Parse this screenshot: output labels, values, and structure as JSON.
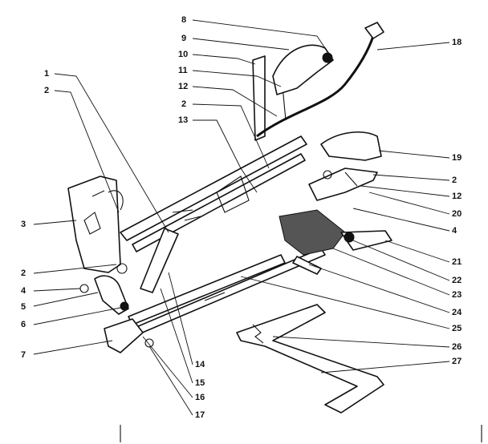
{
  "diagram": {
    "callouts": [
      {
        "id": "c1",
        "text": "1"
      },
      {
        "id": "c2a",
        "text": "2"
      },
      {
        "id": "c3",
        "text": "3"
      },
      {
        "id": "c2b",
        "text": "2"
      },
      {
        "id": "c4a",
        "text": "4"
      },
      {
        "id": "c5",
        "text": "5"
      },
      {
        "id": "c6",
        "text": "6"
      },
      {
        "id": "c7",
        "text": "7"
      },
      {
        "id": "c8",
        "text": "8"
      },
      {
        "id": "c9",
        "text": "9"
      },
      {
        "id": "c10",
        "text": "10"
      },
      {
        "id": "c11",
        "text": "11"
      },
      {
        "id": "c12a",
        "text": "12"
      },
      {
        "id": "c2c",
        "text": "2"
      },
      {
        "id": "c13",
        "text": "13"
      },
      {
        "id": "c18",
        "text": "18"
      },
      {
        "id": "c19",
        "text": "19"
      },
      {
        "id": "c2d",
        "text": "2"
      },
      {
        "id": "c12b",
        "text": "12"
      },
      {
        "id": "c20",
        "text": "20"
      },
      {
        "id": "c4b",
        "text": "4"
      },
      {
        "id": "c21",
        "text": "21"
      },
      {
        "id": "c22",
        "text": "22"
      },
      {
        "id": "c23",
        "text": "23"
      },
      {
        "id": "c24",
        "text": "24"
      },
      {
        "id": "c25",
        "text": "25"
      },
      {
        "id": "c26",
        "text": "26"
      },
      {
        "id": "c27",
        "text": "27"
      },
      {
        "id": "c14",
        "text": "14"
      },
      {
        "id": "c15",
        "text": "15"
      },
      {
        "id": "c16",
        "text": "16"
      },
      {
        "id": "c17",
        "text": "17"
      }
    ]
  }
}
